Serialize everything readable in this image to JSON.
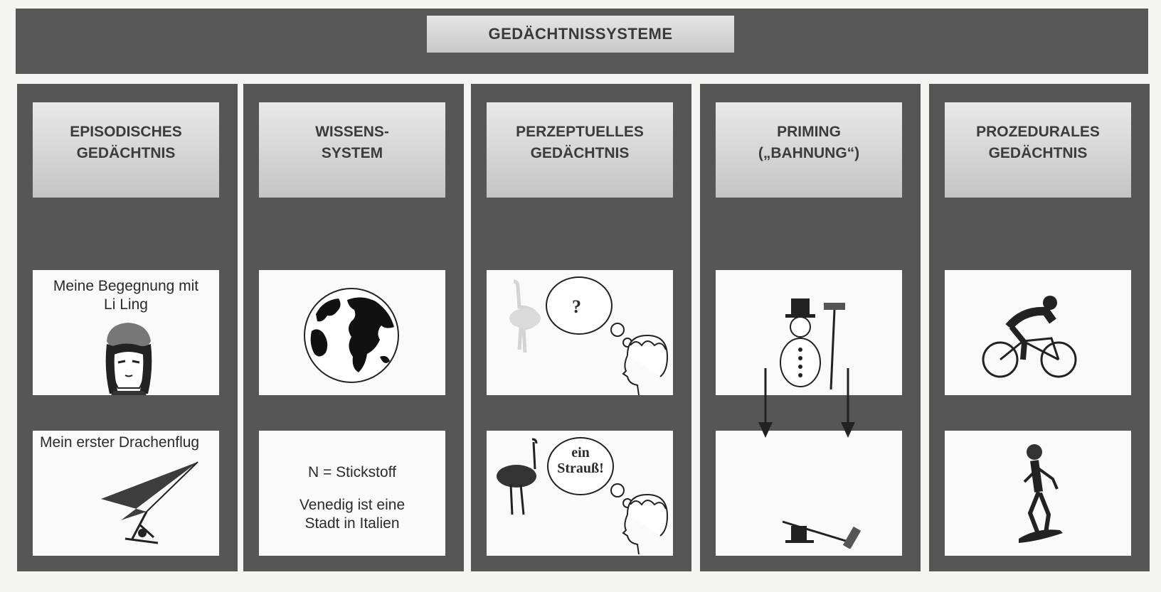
{
  "title": "GEDÄCHTNISSYSTEME",
  "columns": [
    {
      "title_line1": "EPISODISCHES",
      "title_line2": "GEDÄCHTNIS",
      "panel1_icon": "woman-portrait-icon",
      "panel1_text": "Meine Begegnung mit Li Ling",
      "panel2_icon": "hang-glider-icon",
      "panel2_text": "Mein erster Drachenflug"
    },
    {
      "title_line1": "WISSENS-",
      "title_line2": "SYSTEM",
      "panel1_icon": "globe-icon",
      "panel2_line1": "N = Stickstoff",
      "panel2_line2": "Venedig ist eine Stadt in Italien"
    },
    {
      "title_line1": "PERZEPTUELLES",
      "title_line2": "GEDÄCHTNIS",
      "panel1_icon": "faded-ostrich-icon",
      "panel1_bubble": "?",
      "panel2_icon": "ostrich-icon",
      "panel2_bubble_line1": "ein",
      "panel2_bubble_line2": "Strauß!"
    },
    {
      "title_line1": "PRIMING",
      "title_line2": "(„BAHNUNG“)",
      "panel1_icon": "snowman-icon",
      "panel2_icon": "fallen-hat-broom-icon"
    },
    {
      "title_line1": "PROZEDURALES",
      "title_line2": "GEDÄCHTNIS",
      "panel1_icon": "cyclist-icon",
      "panel2_icon": "skateboarder-icon"
    }
  ]
}
